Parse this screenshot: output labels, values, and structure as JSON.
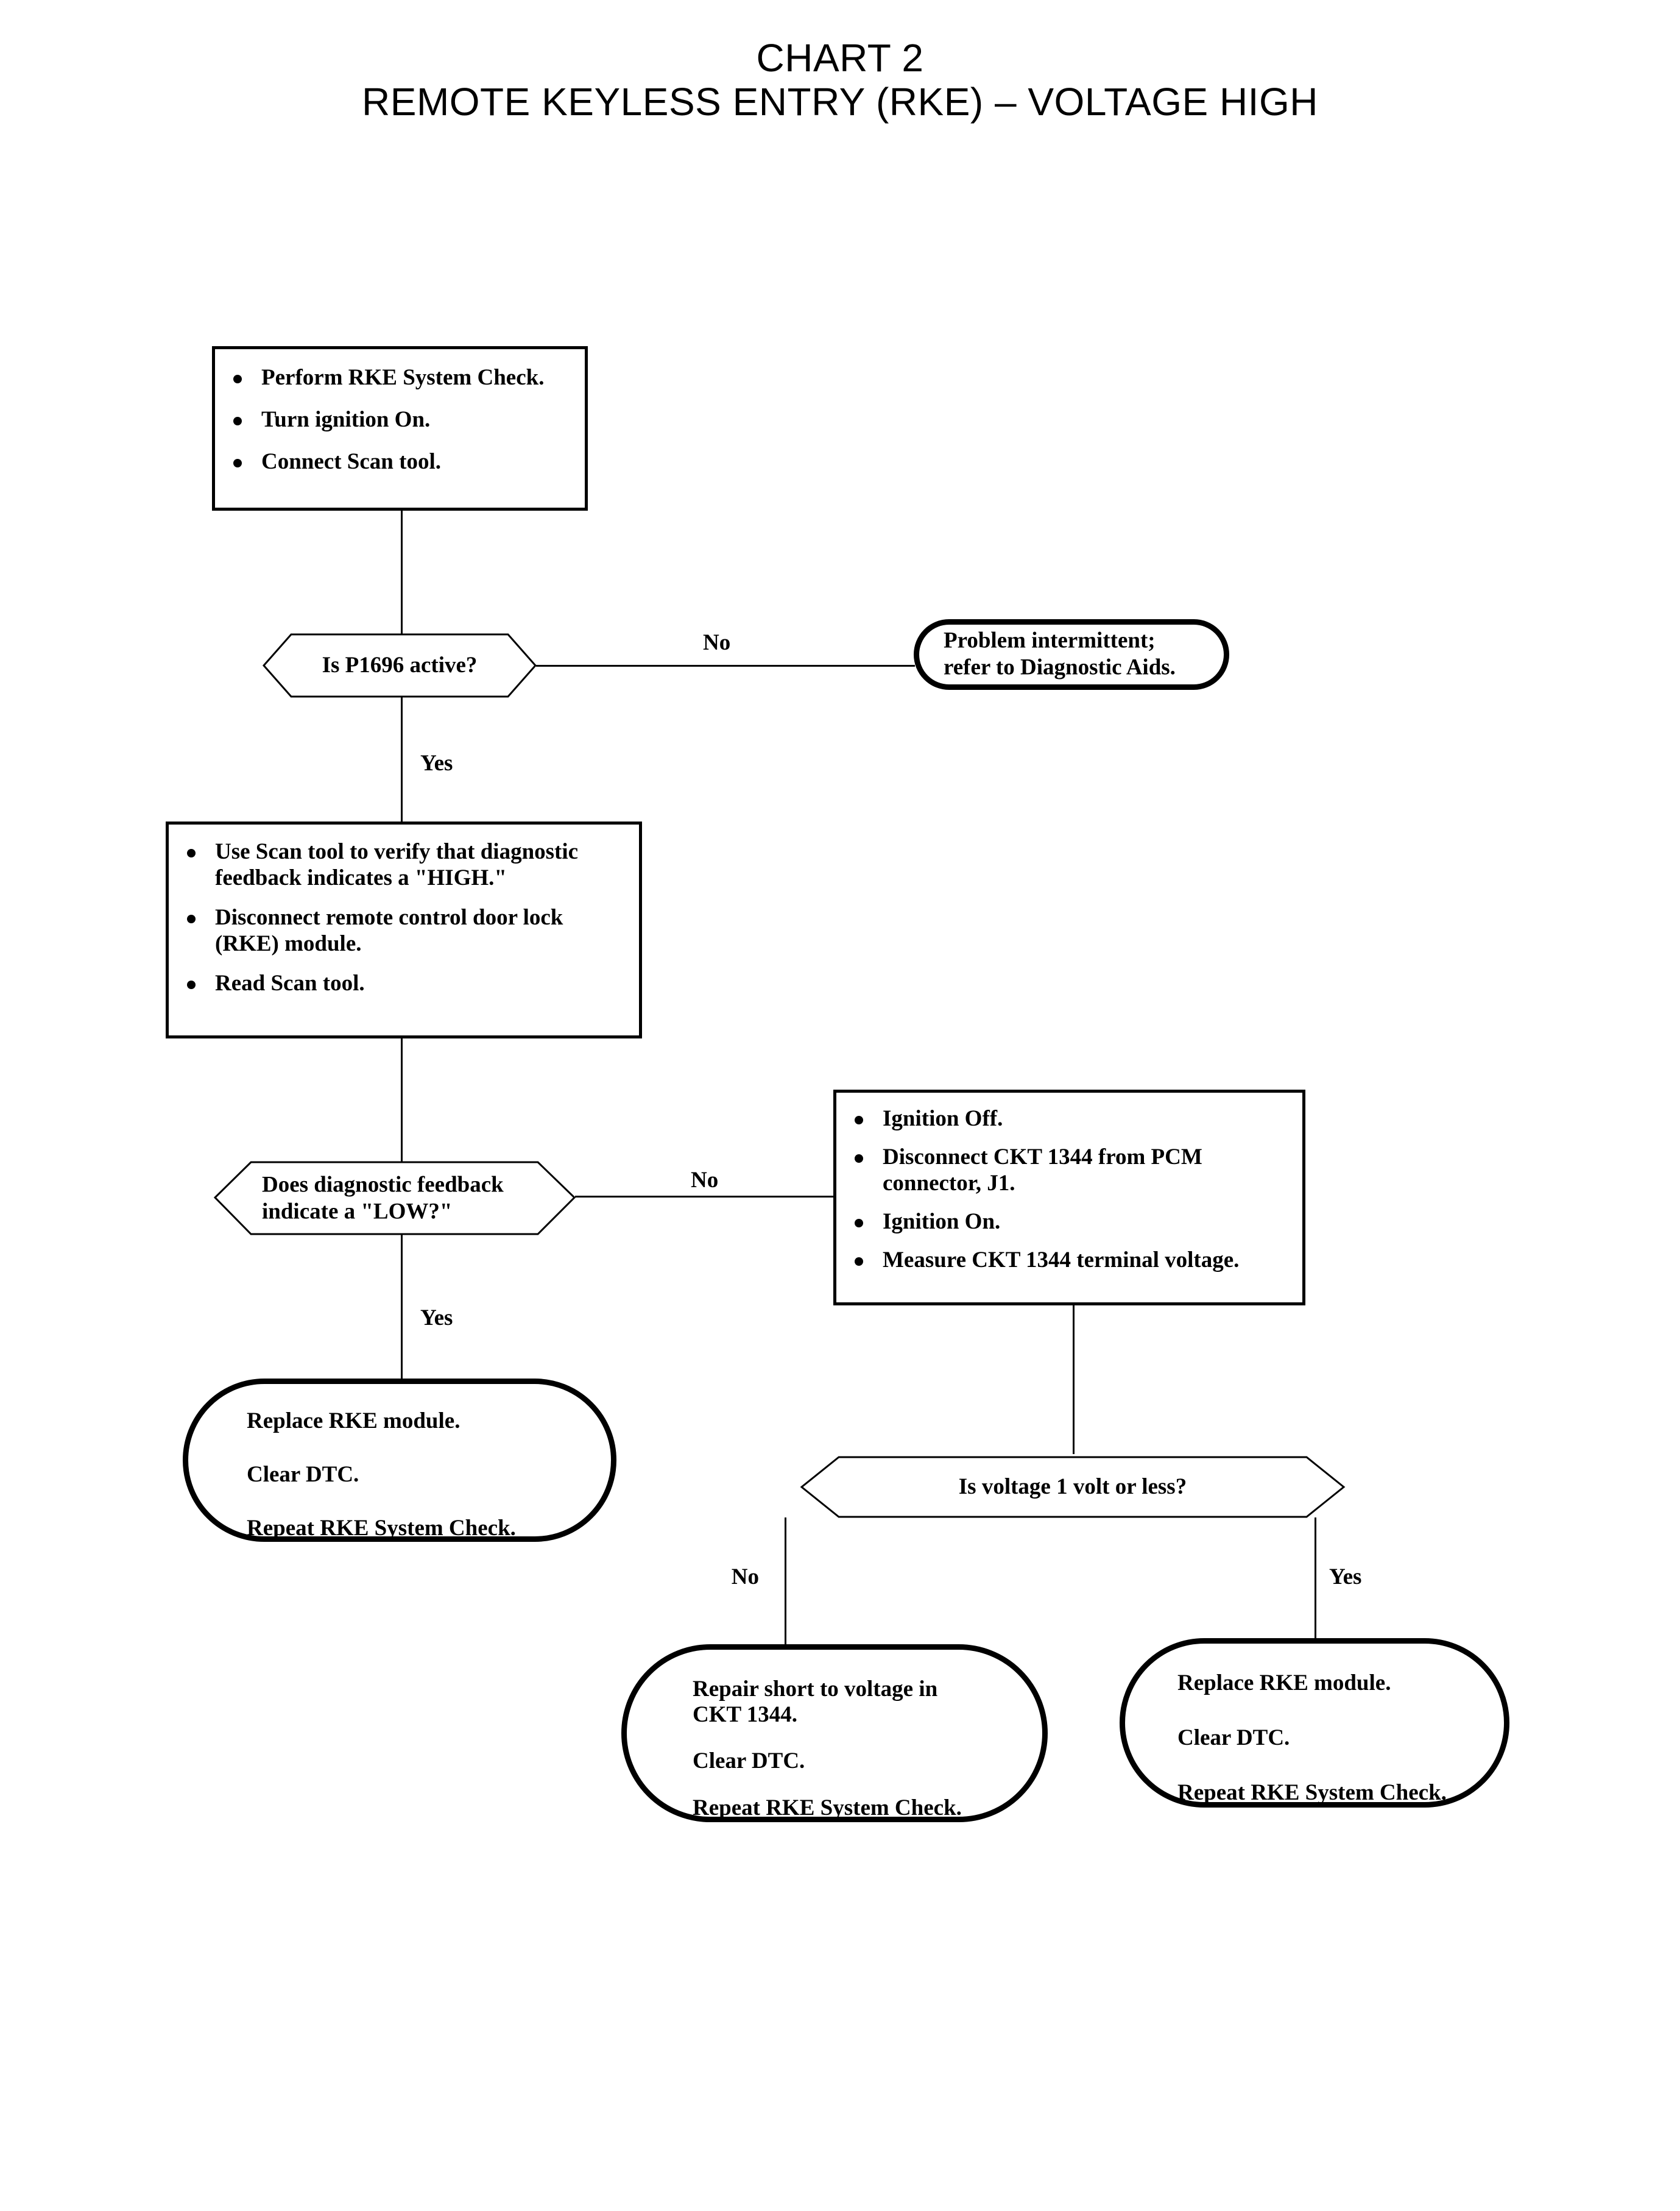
{
  "title": {
    "line1": "CHART 2",
    "line2": "REMOTE KEYLESS ENTRY (RKE) – VOLTAGE HIGH"
  },
  "nodes": {
    "step1": {
      "type": "process",
      "bullets": [
        "Perform RKE System Check.",
        "Turn ignition On.",
        "Connect Scan tool."
      ]
    },
    "decision1": {
      "type": "decision",
      "text": "Is P1696 active?"
    },
    "intermittent": {
      "type": "terminal",
      "text": "Problem intermittent;\nrefer to Diagnostic Aids."
    },
    "step2": {
      "type": "process",
      "bullets": [
        "Use Scan tool to verify that diagnostic\nfeedback indicates a \"HIGH.\"",
        "Disconnect remote control door lock\n(RKE) module.",
        "Read Scan tool."
      ]
    },
    "decision2": {
      "type": "decision",
      "text": "Does diagnostic feedback\nindicate a \"LOW?\""
    },
    "step3": {
      "type": "process",
      "bullets": [
        "Ignition Off.",
        "Disconnect CKT 1344 from PCM\nconnector, J1.",
        "Ignition On.",
        "Measure CKT 1344 terminal voltage."
      ]
    },
    "replace_left": {
      "type": "terminal",
      "lines": [
        "Replace RKE module.",
        "Clear DTC.",
        "Repeat RKE System Check."
      ]
    },
    "decision3": {
      "type": "decision",
      "text": "Is voltage 1 volt or less?"
    },
    "repair_short": {
      "type": "terminal",
      "lines": [
        "Repair short to voltage in\nCKT 1344.",
        "Clear DTC.",
        "Repeat RKE System Check."
      ]
    },
    "replace_right": {
      "type": "terminal",
      "lines": [
        "Replace RKE module.",
        "Clear DTC.",
        "Repeat RKE System Check."
      ]
    }
  },
  "branch_labels": {
    "d1_no": "No",
    "d1_yes": "Yes",
    "d2_no": "No",
    "d2_yes": "Yes",
    "d3_no": "No",
    "d3_yes": "Yes"
  },
  "colors": {
    "ink": "#000000",
    "paper": "#ffffff"
  }
}
